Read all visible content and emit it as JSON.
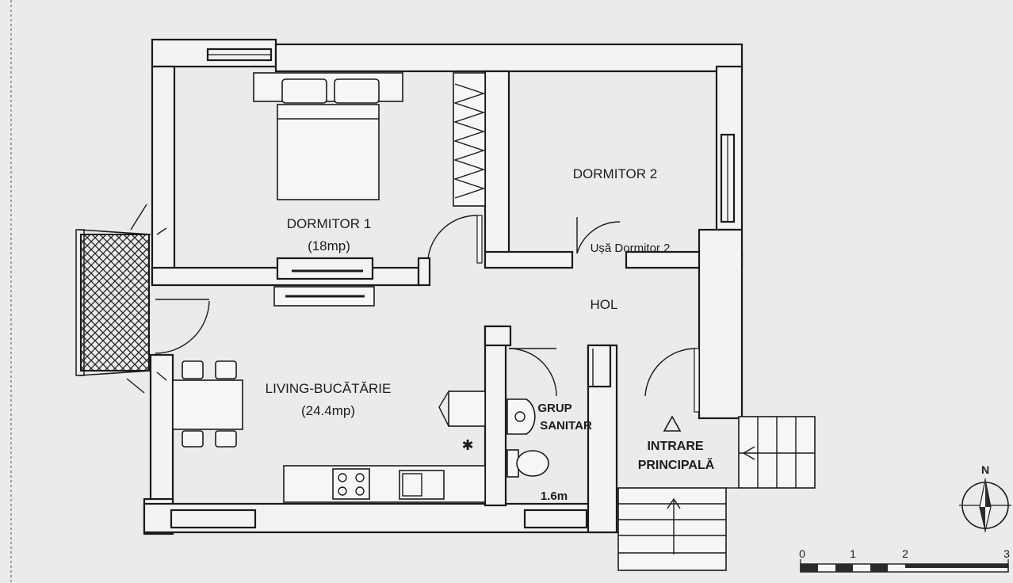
{
  "rooms": {
    "dormitor1": {
      "name": "DORMITOR 1",
      "area": "(18mp)"
    },
    "dormitor2": {
      "name": "DORMITOR 2",
      "door": "Ușă Dormitor 2"
    },
    "hol": {
      "name": "HOL"
    },
    "living": {
      "name": "LIVING-BUCĂTĂRIE",
      "area": "(24.4mp)"
    },
    "grup_sanitar": {
      "line1": "GRUP",
      "line2": "SANITAR",
      "dimension": "1.6m"
    },
    "intrare": {
      "line1": "INTRARE",
      "line2": "PRINCIPALĂ"
    }
  },
  "compass": {
    "north": "N"
  },
  "scale_bar": {
    "ticks": [
      "0",
      "1",
      "2",
      "3"
    ]
  },
  "colors": {
    "paper": "#ebebeb",
    "wall": "#f3f3f3",
    "ink": "#1a1a1a"
  }
}
